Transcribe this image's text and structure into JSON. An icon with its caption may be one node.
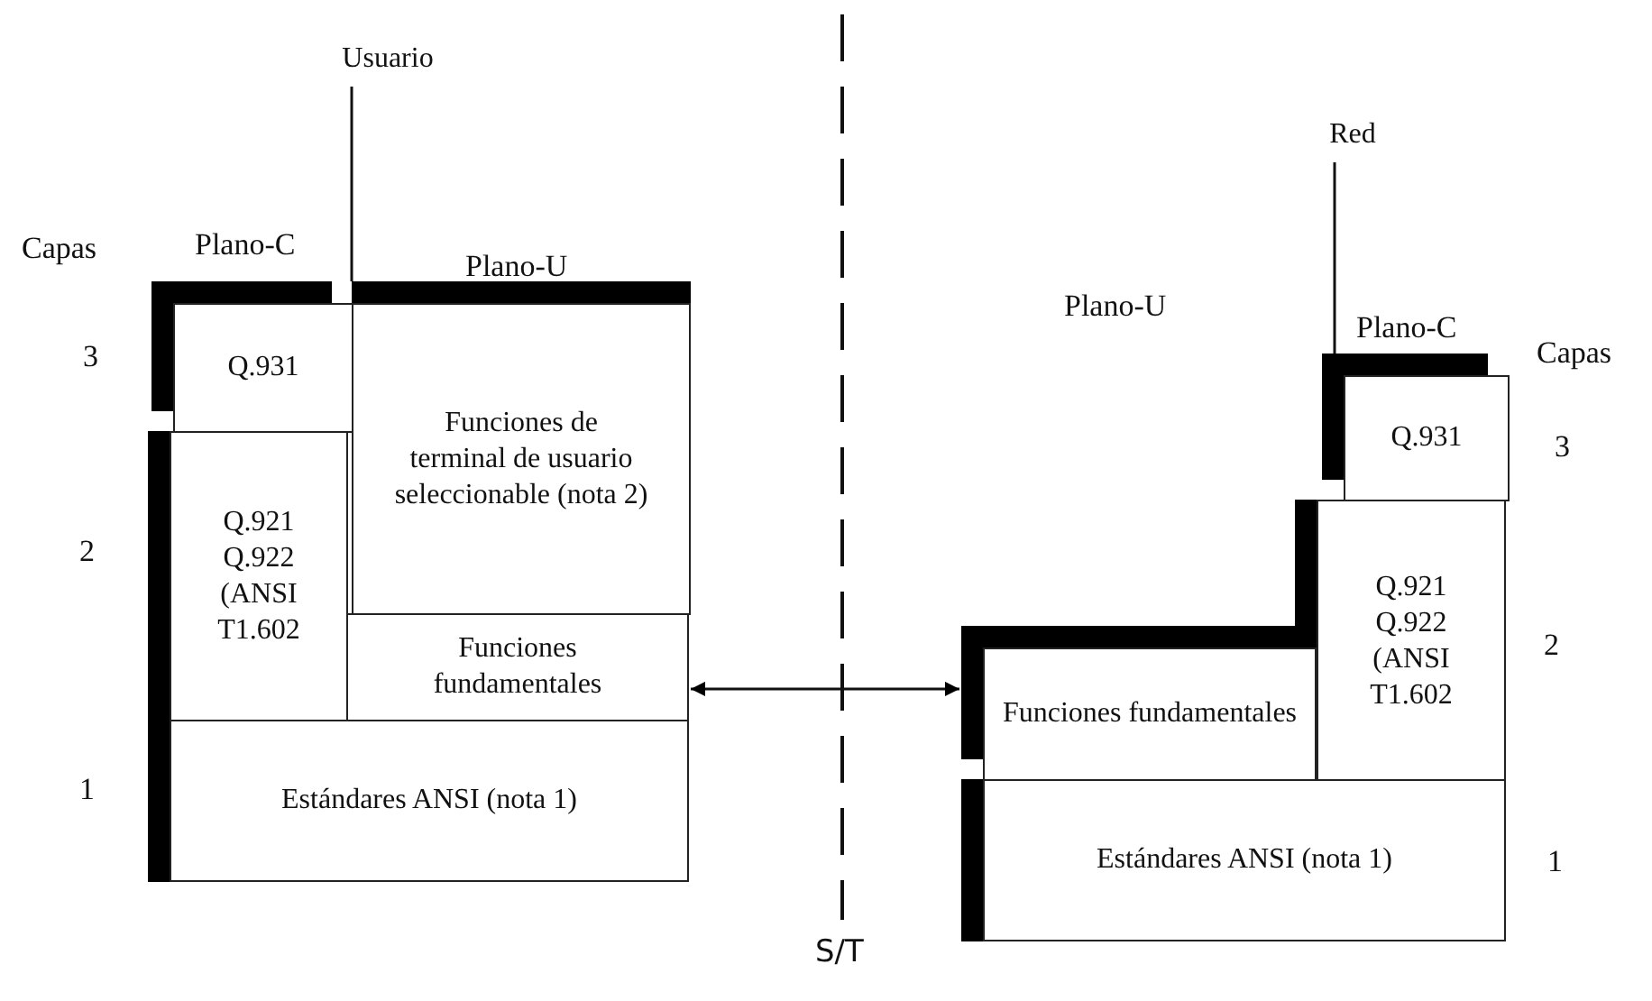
{
  "diagram": {
    "nodes": [
      {
        "text": [
          "Usuario"
        ]
      },
      {
        "text": [
          "Q.931"
        ]
      },
      {
        "text": [
          "Funciones de terminal de usuario seleccionable (nota 2)"
        ]
      },
      {
        "text": [
          "Q.921 Q.922 (ANSI T1.602"
        ]
      },
      {
        "text": [
          "Funciones fundamentales"
        ]
      },
      {
        "text": [
          "Estándares ANSI (nota 1)"
        ]
      },
      {
        "text": [
          "Red"
        ]
      },
      {
        "text": [
          "Q.931"
        ]
      },
      {
        "text": [
          "Funciones fundamentales"
        ]
      },
      {
        "text": [
          "Q.921 Q.922 (ANSI T1.602"
        ]
      },
      {
        "text": [
          "Estándares ANSI (nota 1)"
        ]
      }
    ],
    "edges": [
      {
        "from": 0,
        "to": 1,
        "arrow": "none"
      },
      {
        "from": 6,
        "to": 7,
        "arrow": "none"
      },
      {
        "from": 4,
        "to": 8,
        "arrow": "both"
      }
    ],
    "labels": [
      "Capas",
      "Plano-C",
      "Plano-U",
      "3",
      "2",
      "1",
      "Plano-U",
      "Plano-C",
      "Capas",
      "3",
      "2",
      "1",
      "S/T"
    ]
  }
}
